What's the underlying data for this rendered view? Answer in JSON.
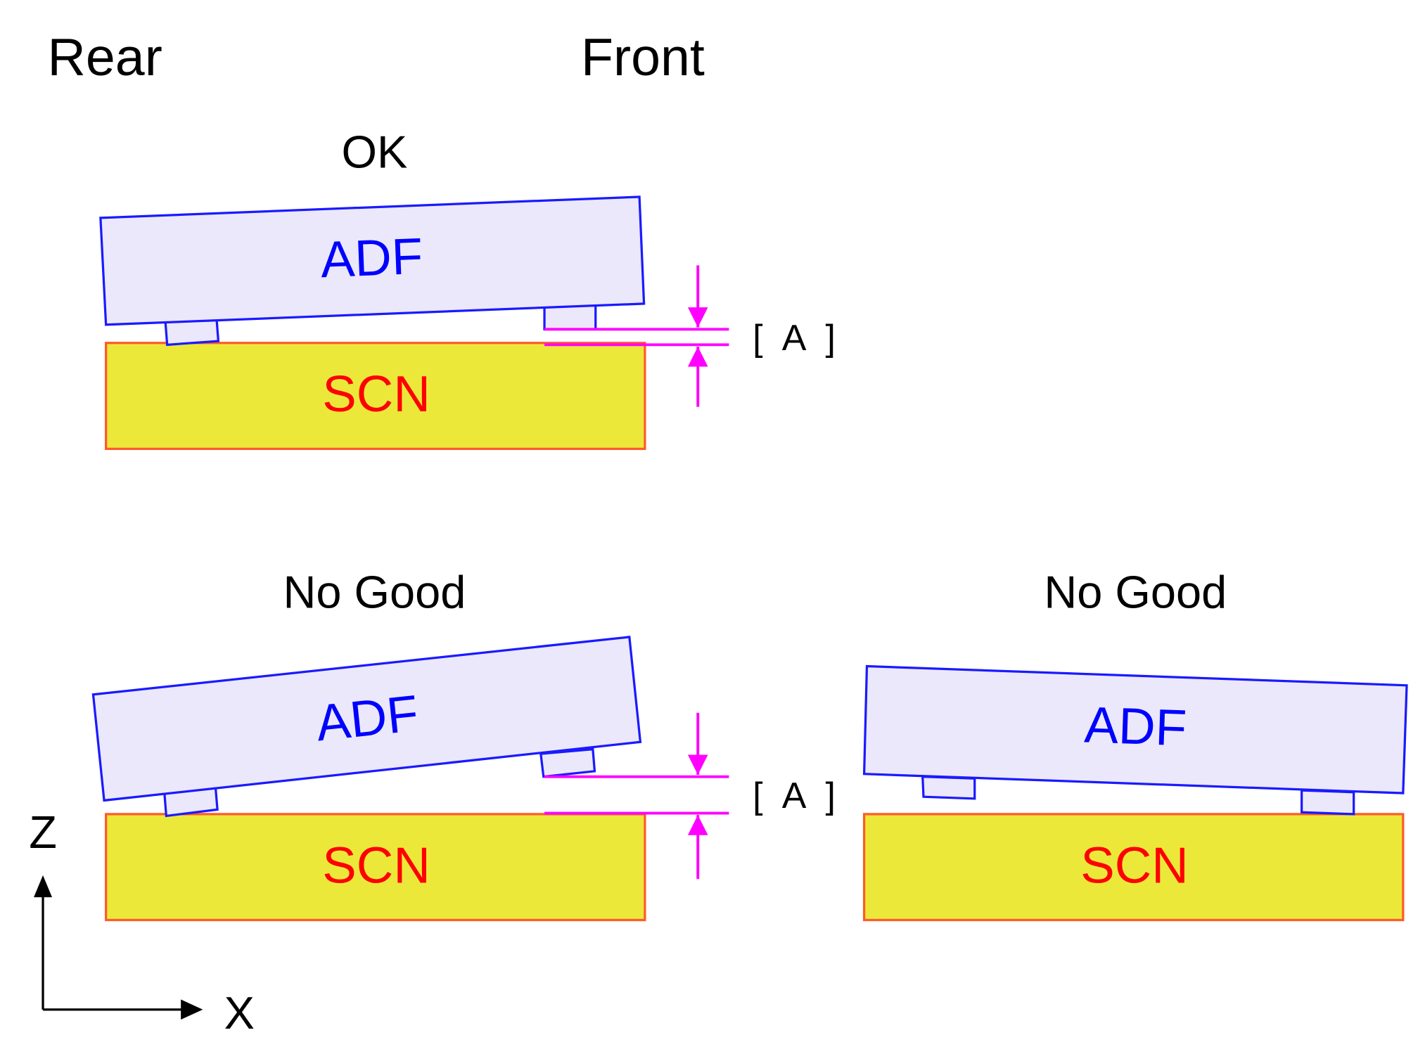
{
  "orientation": {
    "rear_label": "Rear",
    "front_label": "Front"
  },
  "colors": {
    "adf_fill": "#ece8fc",
    "adf_stroke": "#1a1aff",
    "adf_text": "#0000ff",
    "scn_fill": "#ece83a",
    "scn_stroke": "#ff5a2a",
    "scn_text": "#ff0000",
    "dimension": "#ff00ff",
    "axis": "#000000"
  },
  "panels": [
    {
      "id": "ok",
      "caption": "OK",
      "adf_label": "ADF",
      "scn_label": "SCN",
      "dimension_label": "[ A ]"
    },
    {
      "id": "no-good-front-high",
      "caption": "No Good",
      "adf_label": "ADF",
      "scn_label": "SCN",
      "dimension_label": "[ A ]"
    },
    {
      "id": "no-good-rear-high",
      "caption": "No Good",
      "adf_label": "ADF",
      "scn_label": "SCN"
    }
  ],
  "axes": {
    "vertical_label": "Z",
    "horizontal_label": "X"
  }
}
